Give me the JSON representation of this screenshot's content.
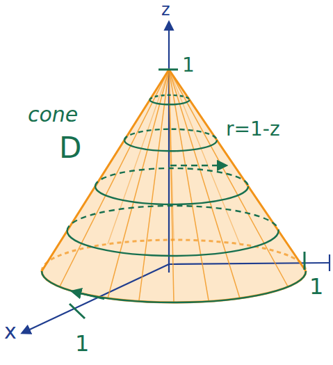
{
  "diagram": {
    "labels": [
      "z",
      "1",
      "cone",
      "D",
      "r=1-z",
      "1",
      "x",
      "1"
    ]
  }
}
